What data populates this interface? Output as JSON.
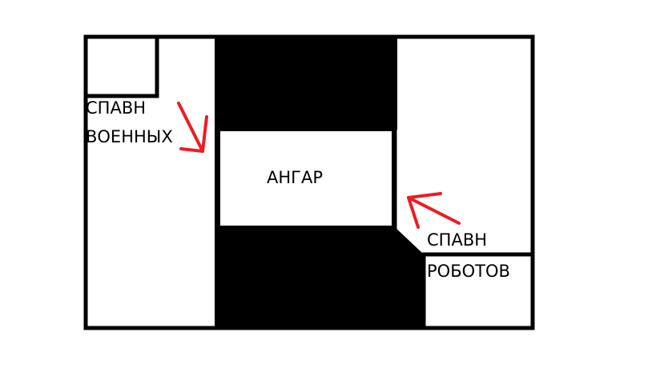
{
  "diagram": {
    "type": "floor-plan-sketch",
    "colors": {
      "background": "#ffffff",
      "wall": "#000000",
      "arrow": "#ed1c24"
    },
    "zones": [
      {
        "id": "military-spawn",
        "label_line1": "СПАВН",
        "label_line2": "ВОЕННЫХ"
      },
      {
        "id": "hangar",
        "label": "АНГАР"
      },
      {
        "id": "robot-spawn",
        "label_line1": "СПАВН",
        "label_line2": "РОБОТОВ"
      }
    ],
    "arrows": [
      {
        "from": "military-spawn",
        "to": "hangar",
        "direction": "down-right"
      },
      {
        "from": "robot-spawn",
        "to": "hangar",
        "direction": "up-left"
      }
    ]
  }
}
